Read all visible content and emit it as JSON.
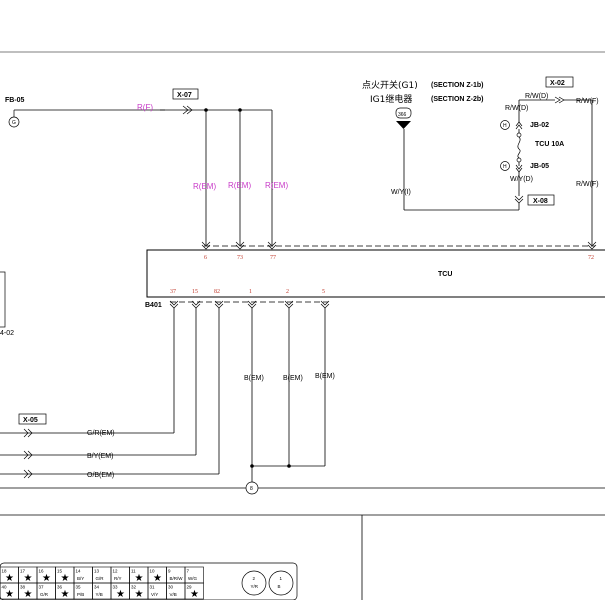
{
  "fuse_left": {
    "id": "FB-05",
    "ref": "G"
  },
  "wire_rf": {
    "color": "R(F)"
  },
  "connectors": {
    "x07": "X-07",
    "x02": "X-02",
    "x08": "X-08",
    "x05": "X-05"
  },
  "ignition": {
    "line1_cn": "点火开关(G1)",
    "line1_sec": "(SECTION Z-1b)",
    "line2_cn": "IG1继电器",
    "line2_sec": "(SECTION Z-2b)",
    "badge": "366"
  },
  "right_branch": {
    "rwd": "R/W(D)",
    "rwf_top": "R/W(F)",
    "rwd2": "R/W(D)",
    "jb02_ref": "H",
    "jb02": "JB-02",
    "fuse": "TCU 10A",
    "jb05_ref": "H",
    "jb05": "JB-05",
    "wyd": "W/Y(D)",
    "rwf_side": "R/W(F)"
  },
  "wyr": {
    "color": "W/Y(I)"
  },
  "rem_wires": [
    "R(EM)",
    "R(EM)",
    "R(EM)"
  ],
  "tcu": {
    "label": "TCU",
    "top_pins": [
      "6",
      "73",
      "77"
    ],
    "top_right_pin": "72",
    "bottom_pins": [
      "37",
      "15",
      "82",
      "1",
      "2",
      "5"
    ],
    "connector": "B401"
  },
  "bem_wires": [
    "B(EM)",
    "B(EM)",
    "B(EM)"
  ],
  "left_wires": [
    "G/R(EM)",
    "B/Y(EM)",
    "O/B(EM)"
  ],
  "ground_ref": "8",
  "left_edge_fragment": "4-02",
  "pin_table": {
    "row1": [
      {
        "n": "18",
        "w": ""
      },
      {
        "n": "17",
        "w": ""
      },
      {
        "n": "16",
        "w": ""
      },
      {
        "n": "15",
        "w": ""
      },
      {
        "n": "14",
        "w": "B/Y"
      },
      {
        "n": "13",
        "w": "G/R"
      },
      {
        "n": "12",
        "w": "R/Y"
      },
      {
        "n": "11",
        "w": ""
      },
      {
        "n": "10",
        "w": ""
      },
      {
        "n": "9",
        "w": "B/R/W"
      },
      {
        "n": "7",
        "w": "W/G"
      }
    ],
    "row2": [
      {
        "n": "40",
        "w": ""
      },
      {
        "n": "38",
        "w": ""
      },
      {
        "n": "37",
        "w": "G/R"
      },
      {
        "n": "36",
        "w": ""
      },
      {
        "n": "35",
        "w": "P/B"
      },
      {
        "n": "34",
        "w": "Y/B"
      },
      {
        "n": "33",
        "w": ""
      },
      {
        "n": "32",
        "w": ""
      },
      {
        "n": "31",
        "w": "V/Y"
      },
      {
        "n": "30",
        "w": "V/B"
      },
      {
        "n": "29",
        "w": ""
      }
    ],
    "circles": [
      {
        "n": "2",
        "w": "Y/R"
      },
      {
        "n": "1",
        "w": "B"
      }
    ]
  }
}
